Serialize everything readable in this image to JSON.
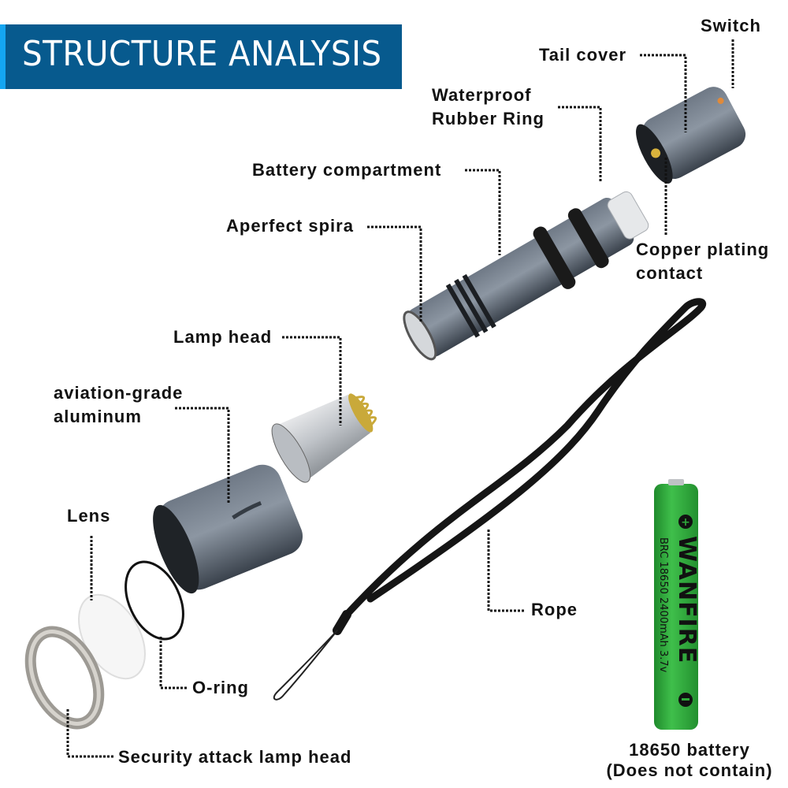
{
  "header": {
    "title": "STRUCTURE ANALYSIS",
    "colors": {
      "banner": "#075a8e",
      "accent": "#14a6f2",
      "text": "#ffffff"
    }
  },
  "labels": {
    "switch": "Switch",
    "tail_cover": "Tail cover",
    "waterproof_ring_line1": "Waterproof",
    "waterproof_ring_line2": "Rubber Ring",
    "battery_compartment": "Battery compartment",
    "spiral": "Aperfect spira",
    "copper_contact_line1": "Copper plating",
    "copper_contact_line2": "contact",
    "lamp_head": "Lamp head",
    "aluminum_line1": "aviation-grade",
    "aluminum_line2": "aluminum",
    "lens": "Lens",
    "o_ring": "O-ring",
    "rope": "Rope",
    "security_head": "Security attack lamp head",
    "battery_line1": "18650 battery",
    "battery_line2": "(Does not contain)"
  },
  "battery": {
    "brand": "WANFIRE",
    "spec": "BRC 18650 2400mAh 3.7v",
    "plus_symbol": "+",
    "minus_symbol": "−",
    "color": "#2fa83a"
  },
  "parts_colors": {
    "body_gray": "#4c5662",
    "rubber_black": "#1a1a1a",
    "silver": "#c9ccd0",
    "brass": "#c9a93a",
    "lens_white": "#f4f4f4"
  }
}
